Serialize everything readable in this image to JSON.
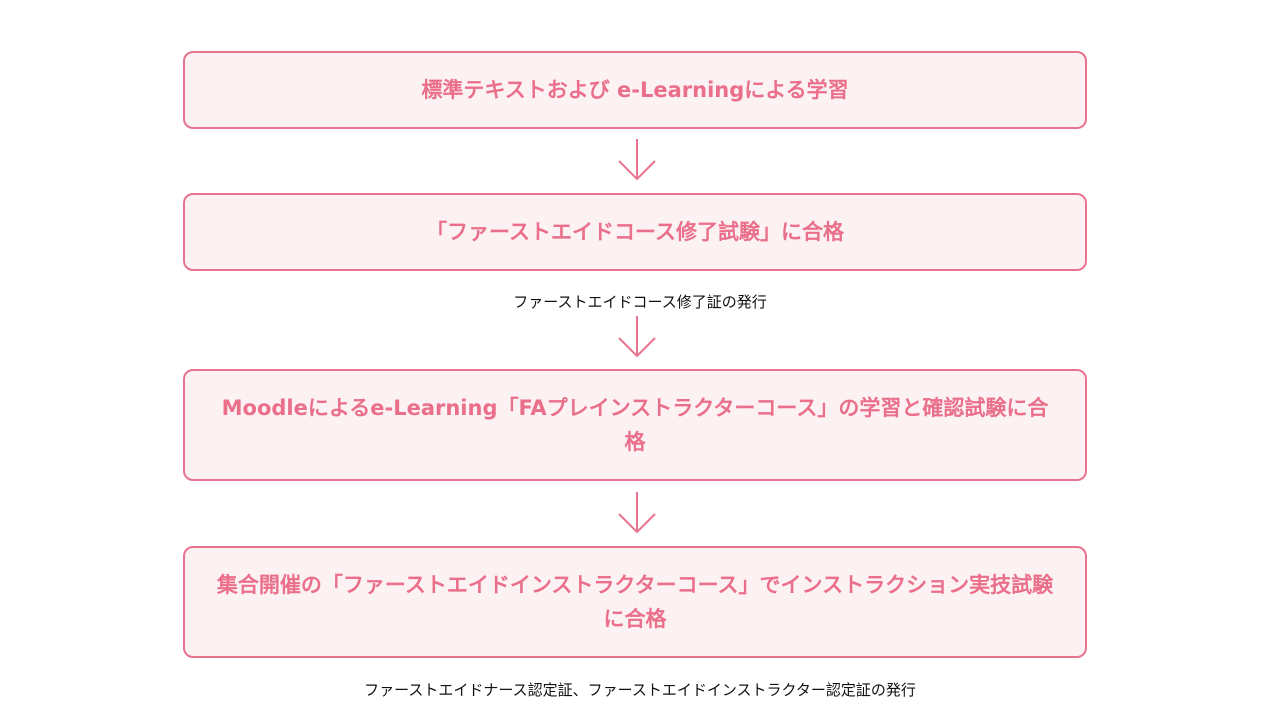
{
  "steps": [
    {
      "label": "標準テキストおよび e-Learningによる学習"
    },
    {
      "label": "「ファーストエイドコース修了試験」に合格"
    },
    {
      "label": "Moodleによるe-Learning「FAプレインストラクターコース」の学習と確認試験に合格"
    },
    {
      "label": "集合開催の「ファーストエイドインストラクターコース」でインストラクション実技試験に合格"
    }
  ],
  "notes": {
    "after_step2": "ファーストエイドコース修了証の発行",
    "after_step4": "ファーストエイドナース認定証、ファーストエイドインストラクター認定証の発行"
  },
  "colors": {
    "accent": "#e8738f",
    "fill": "#fdf2f3"
  }
}
